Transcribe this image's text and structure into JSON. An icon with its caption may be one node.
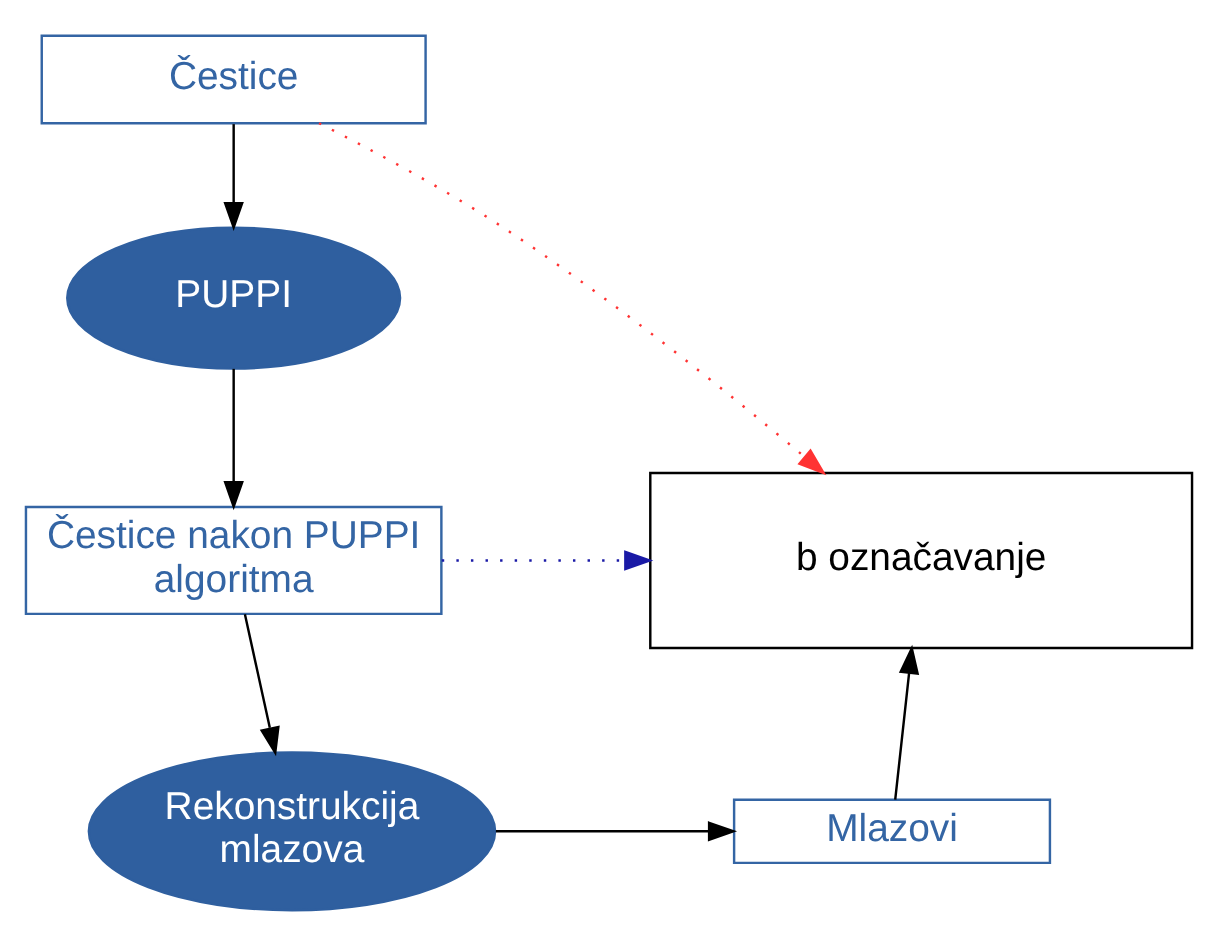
{
  "diagram": {
    "nodes": [
      {
        "text": [
          "Čestice"
        ]
      },
      {
        "text": [
          "PUPPI"
        ]
      },
      {
        "text": [
          "Čestice nakon PUPPI algoritma"
        ]
      },
      {
        "text": [
          "b označavanje"
        ]
      },
      {
        "text": [
          "Rekonstrukcija mlazova"
        ]
      },
      {
        "text": [
          "Mlazovi"
        ]
      }
    ],
    "edges": [
      {
        "from": 0,
        "to": 1,
        "arrow": "to"
      },
      {
        "from": 0,
        "to": 3,
        "arrow": "to",
        "style": "dashed",
        "color": "#ff3333"
      },
      {
        "from": 1,
        "to": 2,
        "arrow": "to"
      },
      {
        "from": 2,
        "to": 3,
        "arrow": "to",
        "style": "dashed",
        "color": "#1a1aa6"
      },
      {
        "from": 2,
        "to": 4,
        "arrow": "to"
      },
      {
        "from": 4,
        "to": 5,
        "arrow": "to"
      },
      {
        "from": 5,
        "to": 3,
        "arrow": "to"
      }
    ]
  }
}
